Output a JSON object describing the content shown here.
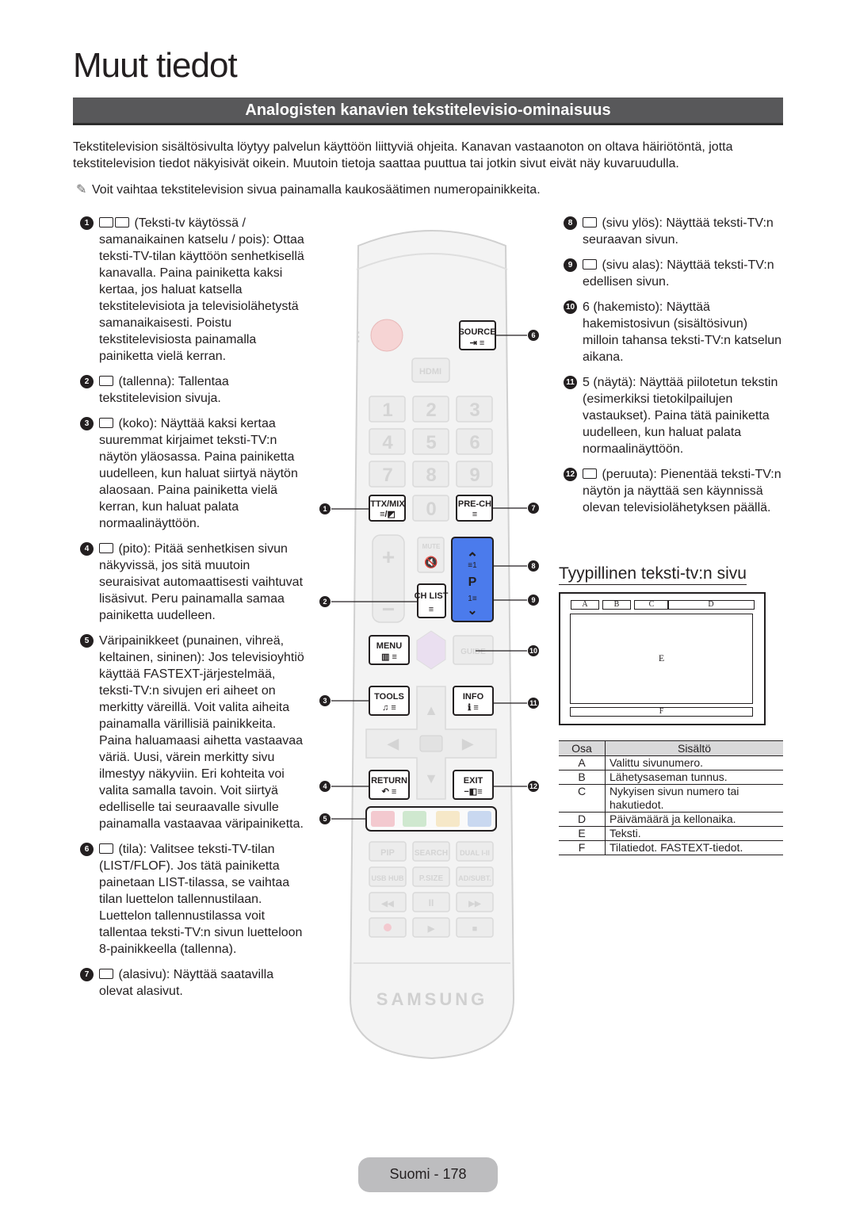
{
  "page": {
    "title": "Muut tiedot",
    "section_title": "Analogisten kanavien tekstitelevisio-ominaisuus",
    "intro": "Tekstitelevision sisältösivulta löytyy palvelun käyttöön liittyviä ohjeita. Kanavan vastaanoton on oltava häiriötöntä, jotta tekstitelevision tiedot näkyisivät oikein. Muutoin tietoja saattaa puuttua tai jotkin sivut eivät näy kuvaruudulla.",
    "note_symbol": "✎",
    "note": "Voit vaihtaa tekstitelevision sivua painamalla kaukosäätimen numeropainikkeita.",
    "footer": "Suomi - 178"
  },
  "items_left": [
    {
      "num": "1",
      "icon": "≡/◩",
      "text": "(Teksti-tv käytössä / samanaikainen katselu / pois): Ottaa teksti-TV-tilan käyttöön senhetkisellä kanavalla. Paina painiketta kaksi kertaa, jos haluat katsella tekstitelevisiota ja televisiolähetystä samanaikaisesti. Poistu tekstitelevisiosta painamalla painiketta vielä kerran."
    },
    {
      "num": "2",
      "icon": "≡",
      "text": "(tallenna): Tallentaa tekstitelevision sivuja."
    },
    {
      "num": "3",
      "icon": "≡",
      "text": "(koko): Näyttää kaksi kertaa suuremmat kirjaimet teksti-TV:n näytön yläosassa. Paina painiketta uudelleen, kun haluat siirtyä näytön alaosaan. Paina painiketta vielä kerran, kun haluat palata normaalinäyttöön."
    },
    {
      "num": "4",
      "icon": "≡",
      "text": "(pito): Pitää senhetkisen sivun näkyvissä, jos sitä muutoin seuraisivat automaattisesti vaihtuvat lisäsivut. Peru painamalla samaa painiketta uudelleen."
    },
    {
      "num": "5",
      "icon": "",
      "text": "Väripainikkeet (punainen, vihreä, keltainen, sininen): Jos televisioyhtiö käyttää FASTEXT-järjestelmää, teksti-TV:n sivujen eri aiheet on merkitty väreillä. Voit valita aiheita painamalla värillisiä painikkeita. Paina haluamaasi aihetta vastaavaa väriä. Uusi, värein merkitty sivu ilmestyy näkyviin. Eri kohteita voi valita samalla tavoin. Voit siirtyä edelliselle tai seuraavalle sivulle painamalla vastaavaa väripainiketta."
    },
    {
      "num": "6",
      "icon": "≡",
      "text": "(tila): Valitsee teksti-TV-tilan (LIST/FLOF). Jos tätä painiketta painetaan LIST-tilassa, se vaihtaa tilan luettelon tallennustilaan. Luettelon tallennustilassa voit tallentaa teksti-TV:n sivun luetteloon 8-painikkeella (tallenna)."
    },
    {
      "num": "7",
      "icon": "≡",
      "text": "(alasivu): Näyttää saatavilla olevat alasivut."
    }
  ],
  "items_right": [
    {
      "num": "8",
      "icon": "≡",
      "text": "(sivu ylös): Näyttää teksti-TV:n seuraavan sivun."
    },
    {
      "num": "9",
      "icon": "≡",
      "text": "(sivu alas): Näyttää teksti-TV:n edellisen sivun."
    },
    {
      "num": "10",
      "icon": "",
      "text": "6 (hakemisto): Näyttää hakemistosivun (sisältösivun) milloin tahansa teksti-TV:n katselun aikana."
    },
    {
      "num": "11",
      "icon": "",
      "text": "5 (näytä): Näyttää piilotetun tekstin (esimerkiksi tietokilpailujen vastaukset). Paina tätä painiketta uudelleen, kun haluat palata normaalinäyttöön."
    },
    {
      "num": "12",
      "icon": "≡",
      "text": "(peruuta): Pienentää teksti-TV:n näytön ja näyttää sen käynnissä olevan televisiolähetyksen päällä."
    }
  ],
  "remote": {
    "hdmi": "HDMI",
    "digits": [
      "1",
      "2",
      "3",
      "4",
      "5",
      "6",
      "7",
      "8",
      "9",
      "0"
    ],
    "ttx": "TTX/MIX",
    "prech": "PRE-CH",
    "source": "SOURCE",
    "mute": "MUTE",
    "chlist": "CH LIST",
    "p": "P",
    "menu": "MENU",
    "guide": "GUIDE",
    "tools": "TOOLS",
    "info": "INFO",
    "return": "RETURN",
    "exit": "EXIT",
    "pip": "PIP",
    "search": "SEARCH",
    "dual": "DUAL I-II",
    "usbhub": "USB HUB",
    "psize": "P.SIZE",
    "adsubt": "AD/SUBT.",
    "brand": "SAMSUNG",
    "callouts": [
      "1",
      "2",
      "3",
      "4",
      "5",
      "6",
      "7",
      "8",
      "9",
      "10",
      "11",
      "12"
    ],
    "colors": {
      "red": "#f3c9cf",
      "green": "#cfe8cf",
      "yellow": "#f6e8c8",
      "blue": "#c9d8f0",
      "highlight": "#4b7bec"
    }
  },
  "typical_page": {
    "heading": "Tyypillinen teksti-tv:n sivu",
    "labels": {
      "a": "A",
      "b": "B",
      "c": "C",
      "d": "D",
      "e": "E",
      "f": "F"
    }
  },
  "legend": {
    "headers": [
      "Osa",
      "Sisältö"
    ],
    "rows": [
      {
        "key": "A",
        "value": "Valittu sivunumero."
      },
      {
        "key": "B",
        "value": "Lähetysaseman tunnus."
      },
      {
        "key": "C",
        "value": "Nykyisen sivun numero tai hakutiedot."
      },
      {
        "key": "D",
        "value": "Päivämäärä ja kellonaika."
      },
      {
        "key": "E",
        "value": "Teksti."
      },
      {
        "key": "F",
        "value": "Tilatiedot. FASTEXT-tiedot."
      }
    ]
  }
}
